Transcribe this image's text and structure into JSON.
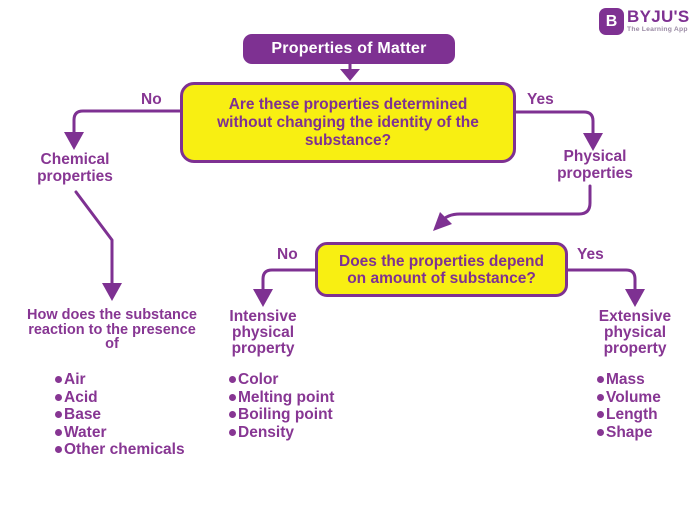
{
  "brand": {
    "name": "BYJU'S",
    "tagline": "The Learning App",
    "mark_letter": "B"
  },
  "root": {
    "title": "Properties of Matter"
  },
  "q1": {
    "lines": [
      "Are these properties determined",
      "without changing the identity of the",
      "substance?"
    ],
    "no_label": "No",
    "yes_label": "Yes"
  },
  "chemical": {
    "title": "Chemical properties",
    "heading": "How does the substance reaction to the presence of",
    "items": [
      "Air",
      "Acid",
      "Base",
      "Water",
      "Other chemicals"
    ]
  },
  "physical": {
    "title": "Physical properties"
  },
  "q2": {
    "lines": [
      "Does the properties depend",
      "on amount of substance?"
    ],
    "no_label": "No",
    "yes_label": "Yes"
  },
  "intensive": {
    "title": "Intensive physical property",
    "items": [
      "Color",
      "Melting point",
      "Boiling point",
      "Density"
    ]
  },
  "extensive": {
    "title": "Extensive physical property",
    "items": [
      "Mass",
      "Volume",
      "Length",
      "Shape"
    ]
  },
  "colors": {
    "purple": "#7e3192",
    "yellow": "#f8ef12",
    "text": "#873693",
    "tagline": "#9a8aa4"
  }
}
